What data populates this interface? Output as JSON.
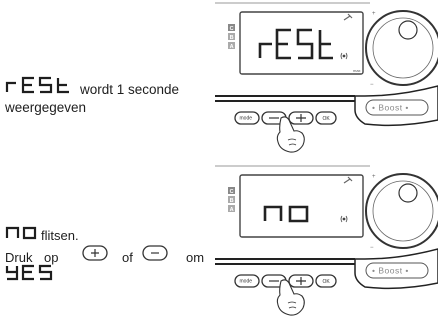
{
  "step1": {
    "display_code": "rESt",
    "text": "wordt 1 seconde",
    "text_line2": "weergegeven"
  },
  "step2": {
    "display_code": "no",
    "flash_text": "flitsen.",
    "instruction_word1": "Druk",
    "instruction_word2": "op",
    "instruction_word3": "of",
    "instruction_word4": "om",
    "target_code": "YES"
  },
  "device": {
    "side_labels": [
      "C",
      "B",
      "A"
    ],
    "max_label": "max",
    "buttons": {
      "mode": "mode",
      "minus": "−",
      "plus": "+",
      "ok": "OK"
    },
    "boost_label": "• Boost •",
    "dial_marks": [
      "+",
      "−"
    ]
  }
}
